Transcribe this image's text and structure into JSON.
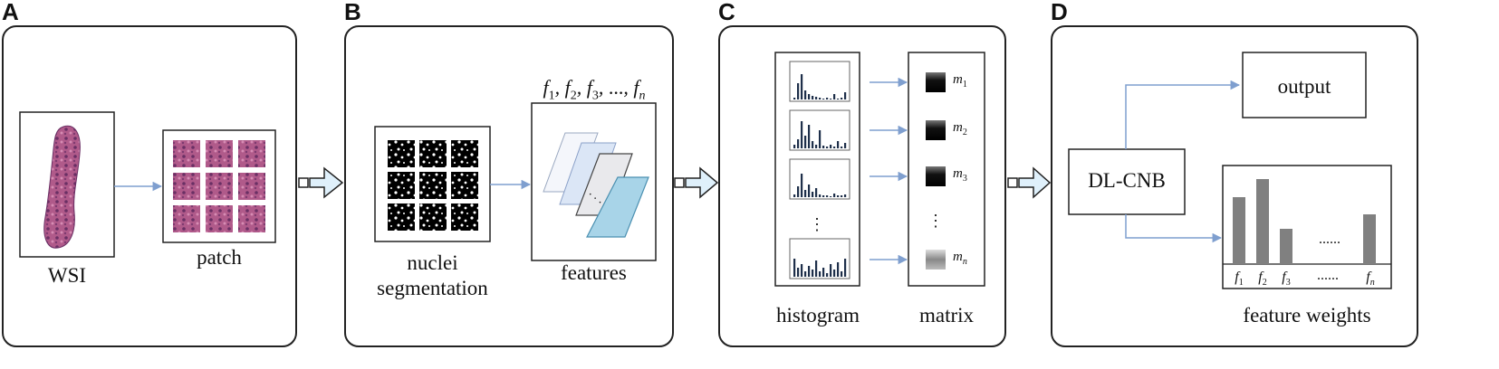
{
  "panels": {
    "a": {
      "letter": "A",
      "wsi": "WSI",
      "patch": "patch"
    },
    "b": {
      "letter": "B",
      "seg_line1": "nuclei",
      "seg_line2": "segmentation",
      "features": "features",
      "feature_list": [
        "f1",
        "f2",
        "f3",
        "...",
        "fn"
      ]
    },
    "c": {
      "letter": "C",
      "histogram": "histogram",
      "matrix": "matrix",
      "matrix_labels": [
        "m1",
        "m2",
        "m3",
        "mn"
      ]
    },
    "d": {
      "letter": "D",
      "model": "DL-CNB",
      "output": "output",
      "feature_weights": "feature weights",
      "bar_labels": [
        "f1",
        "f2",
        "f3",
        "......",
        "fn"
      ],
      "bar_dots": "......"
    }
  },
  "colors": {
    "arrow": "#7f9fcf",
    "bar": "#808080",
    "tissue": "#7a4a6e",
    "plane_light": "#e6ecf6",
    "plane_blue": "#a8d4e8"
  }
}
